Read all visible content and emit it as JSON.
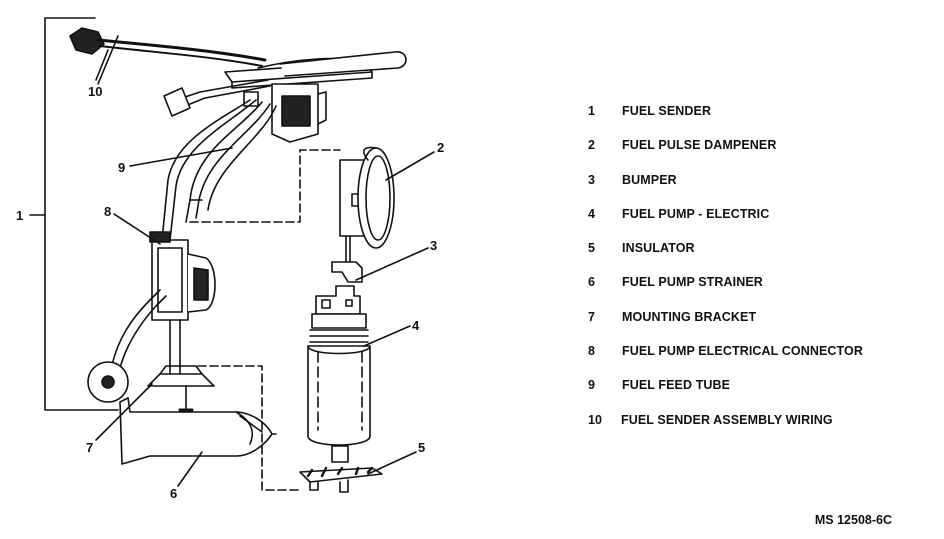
{
  "callouts": {
    "c1": "1",
    "c2": "2",
    "c3": "3",
    "c4": "4",
    "c5": "5",
    "c6": "6",
    "c7": "7",
    "c8": "8",
    "c9": "9",
    "c10": "10"
  },
  "legend": {
    "items": [
      {
        "num": "1",
        "label": "FUEL SENDER"
      },
      {
        "num": "2",
        "label": "FUEL PULSE DAMPENER"
      },
      {
        "num": "3",
        "label": "BUMPER"
      },
      {
        "num": "4",
        "label": "FUEL PUMP - ELECTRIC"
      },
      {
        "num": "5",
        "label": "INSULATOR"
      },
      {
        "num": "6",
        "label": "FUEL PUMP STRAINER"
      },
      {
        "num": "7",
        "label": "MOUNTING BRACKET"
      },
      {
        "num": "8",
        "label": "FUEL PUMP ELECTRICAL CONNECTOR"
      },
      {
        "num": "9",
        "label": "FUEL FEED TUBE"
      },
      {
        "num": "10",
        "label": "FUEL SENDER ASSEMBLY WIRING"
      }
    ]
  },
  "figure_code": "MS 12508-6C"
}
